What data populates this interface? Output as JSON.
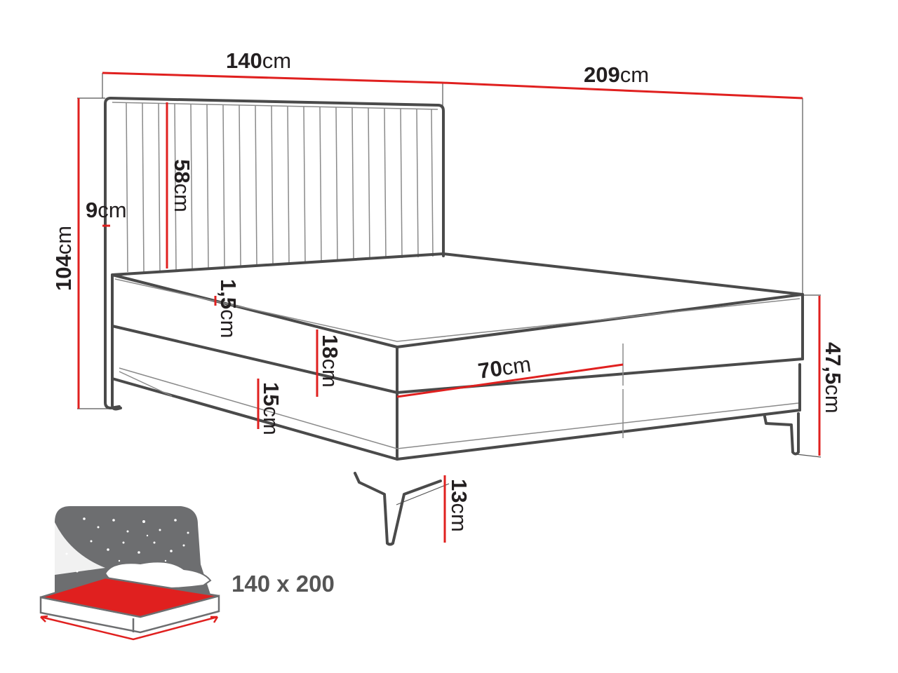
{
  "colors": {
    "outline": "#4a4a4a",
    "dimension_line": "#e0201f",
    "text": "#231f20",
    "icon_gray": "#6d6e70",
    "mattress_red": "#e0201f"
  },
  "dimensions": {
    "headboard_width": {
      "value": "140",
      "unit": "cm"
    },
    "bed_length": {
      "value": "209",
      "unit": "cm"
    },
    "total_height": {
      "value": "104",
      "unit": "cm"
    },
    "headboard_thickness": {
      "value": "9",
      "unit": "cm"
    },
    "headboard_panel_height": {
      "value": "58",
      "unit": "cm"
    },
    "topper_height": {
      "value": "1,5",
      "unit": "cm"
    },
    "mattress_height": {
      "value": "18",
      "unit": "cm"
    },
    "base_height": {
      "value": "15",
      "unit": "cm"
    },
    "half_width": {
      "value": "70",
      "unit": "cm"
    },
    "bed_height": {
      "value": "47,5",
      "unit": "cm"
    },
    "leg_height": {
      "value": "13",
      "unit": "cm"
    }
  },
  "sleeping_area": {
    "label": "140 x 200",
    "icon": "bed-with-stars-icon"
  }
}
